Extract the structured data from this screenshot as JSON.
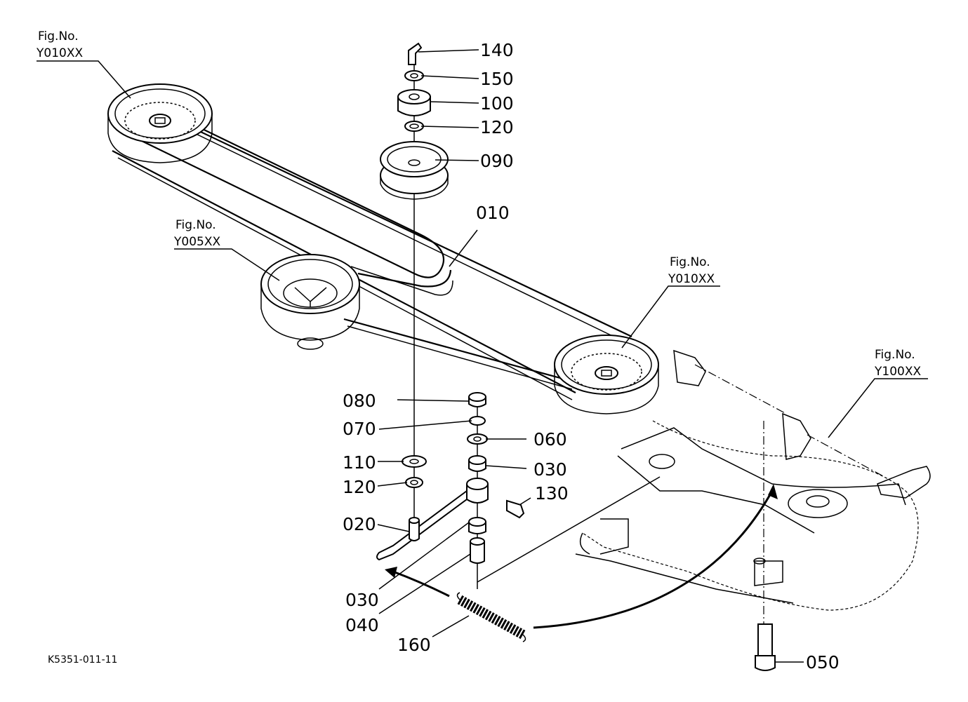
{
  "figure_refs": [
    {
      "prefix": "Fig.No.",
      "code": "Y010XX"
    },
    {
      "prefix": "Fig.No.",
      "code": "Y005XX"
    },
    {
      "prefix": "Fig.No.",
      "code": "Y010XX"
    },
    {
      "prefix": "Fig.No.",
      "code": "Y100XX"
    }
  ],
  "parts": [
    {
      "number": "140"
    },
    {
      "number": "150"
    },
    {
      "number": "100"
    },
    {
      "number": "120"
    },
    {
      "number": "090"
    },
    {
      "number": "010"
    },
    {
      "number": "080"
    },
    {
      "number": "070"
    },
    {
      "number": "060"
    },
    {
      "number": "110"
    },
    {
      "number": "030"
    },
    {
      "number": "120"
    },
    {
      "number": "130"
    },
    {
      "number": "020"
    },
    {
      "number": "030"
    },
    {
      "number": "040"
    },
    {
      "number": "160"
    },
    {
      "number": "050"
    }
  ],
  "drawing_code": "K5351-011-11"
}
